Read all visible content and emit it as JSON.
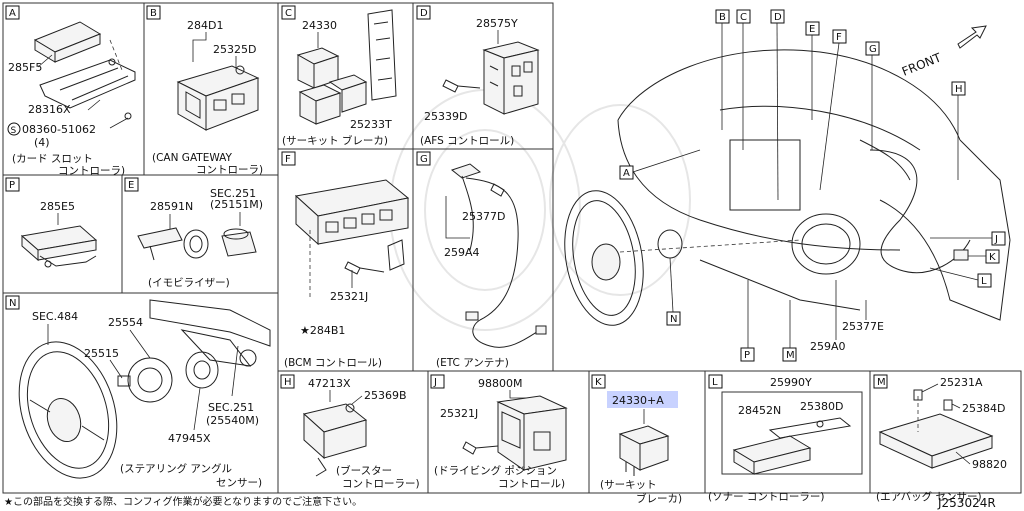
{
  "drawing_number": "J253024R",
  "footer_note": "★この部品を交換する際、コンフィグ作業が必要となりますのでご注意下さい。",
  "front_label": "FRONT",
  "panels": {
    "A": {
      "tag": "A",
      "parts": [
        "285F5",
        "28316X",
        "08360-51062",
        "(4)"
      ],
      "caption": [
        "(カード スロット",
        "コントローラ)"
      ]
    },
    "B": {
      "tag": "B",
      "parts": [
        "284D1",
        "25325D"
      ],
      "caption": [
        "(CAN GATEWAY",
        "コントローラ)"
      ]
    },
    "C": {
      "tag": "C",
      "parts": [
        "24330",
        "25233T"
      ],
      "caption": [
        "(サーキット ブレーカ)"
      ]
    },
    "D": {
      "tag": "D",
      "parts": [
        "28575Y",
        "25339D"
      ],
      "caption": [
        "(AFS コントロール)"
      ]
    },
    "F": {
      "tag": "F",
      "parts": [
        "25321J",
        "★284B1"
      ],
      "caption": [
        "(BCM コントロール)"
      ]
    },
    "G": {
      "tag": "G",
      "parts": [
        "25377D",
        "259A4"
      ],
      "caption": [
        "(ETC アンテナ)"
      ]
    },
    "P": {
      "tag": "P",
      "parts": [
        "285E5"
      ]
    },
    "E": {
      "tag": "E",
      "parts": [
        "28591N",
        "SEC.251",
        "(25151M)"
      ],
      "caption": [
        "(イモビライザー)"
      ]
    },
    "N": {
      "tag": "N",
      "parts": [
        "SEC.484",
        "25554",
        "25515",
        "SEC.251",
        "(25540M)",
        "47945X"
      ],
      "caption": [
        "(ステアリング アングル",
        "センサー)"
      ]
    },
    "H": {
      "tag": "H",
      "parts": [
        "47213X",
        "25369B"
      ],
      "caption": [
        "(ブースター",
        "コントローラー)"
      ]
    },
    "J": {
      "tag": "J",
      "parts": [
        "98800M",
        "25321J"
      ],
      "caption": [
        "(ドライビング ポジション",
        "コントロール)"
      ]
    },
    "K": {
      "tag": "K",
      "parts": [
        "24330+A"
      ],
      "caption": [
        "(サーキット",
        "ブレーカ)"
      ]
    },
    "L": {
      "tag": "L",
      "parts": [
        "25990Y",
        "28452N",
        "25380D"
      ],
      "caption": [
        "(ソナー コントローラー)"
      ]
    },
    "M": {
      "tag": "M",
      "parts": [
        "25231A",
        "25384D",
        "98820"
      ],
      "caption": [
        "(エアバッグ センサー)"
      ]
    }
  },
  "overview": {
    "callouts": [
      "A",
      "B",
      "C",
      "D",
      "E",
      "F",
      "G",
      "H",
      "J",
      "K",
      "L",
      "M",
      "N",
      "P"
    ],
    "parts": [
      "25377E",
      "259A0"
    ]
  },
  "highlight_color": "#c8d2ff"
}
